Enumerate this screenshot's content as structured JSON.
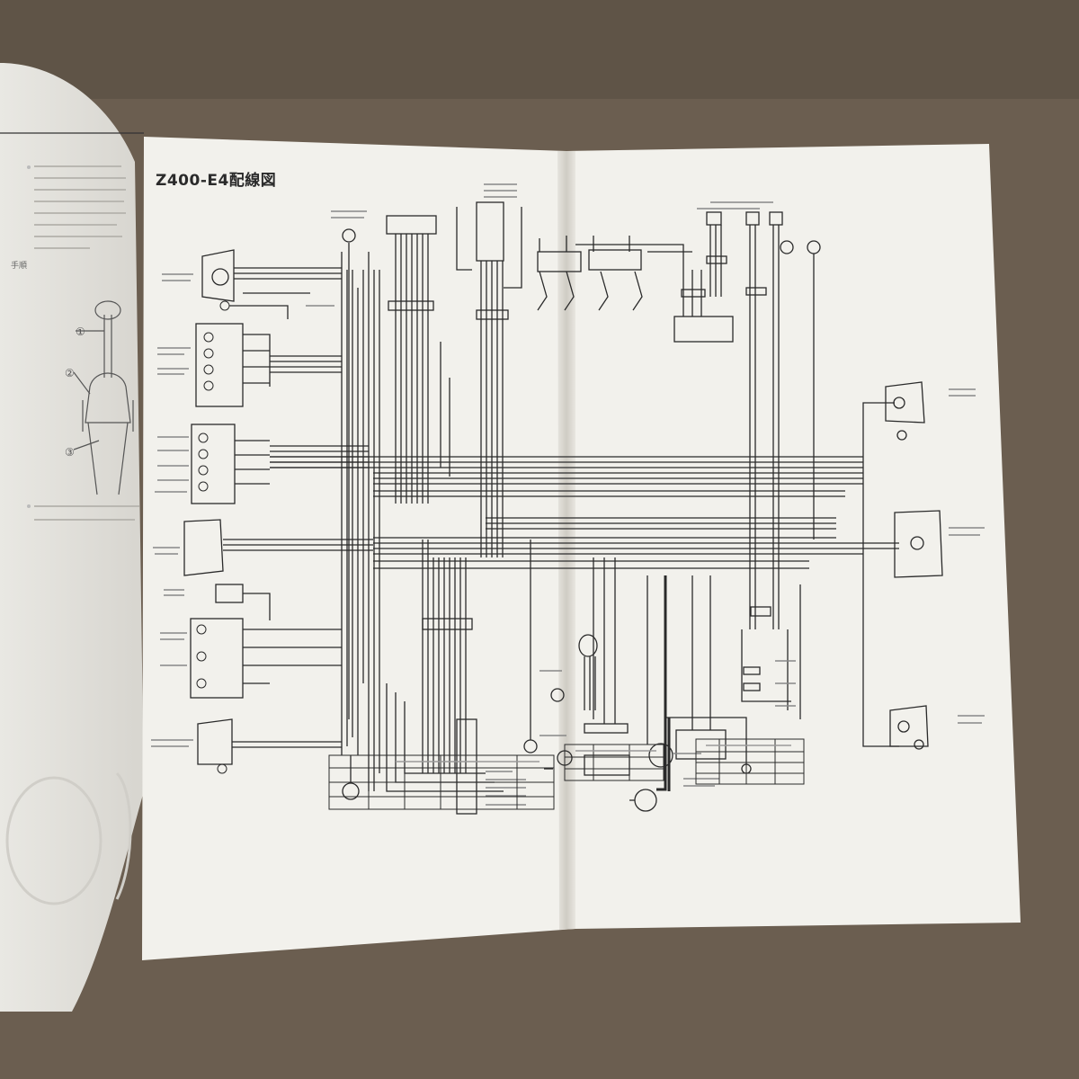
{
  "diagram": {
    "title": "Z400-E4配線図"
  },
  "left_page": {
    "steps_label": "手順",
    "step_numbers": [
      "①",
      "②",
      "③"
    ]
  },
  "colors": {
    "page": "#f2f1ec",
    "line": "#2a2a2a",
    "background": "#6b5e50"
  }
}
